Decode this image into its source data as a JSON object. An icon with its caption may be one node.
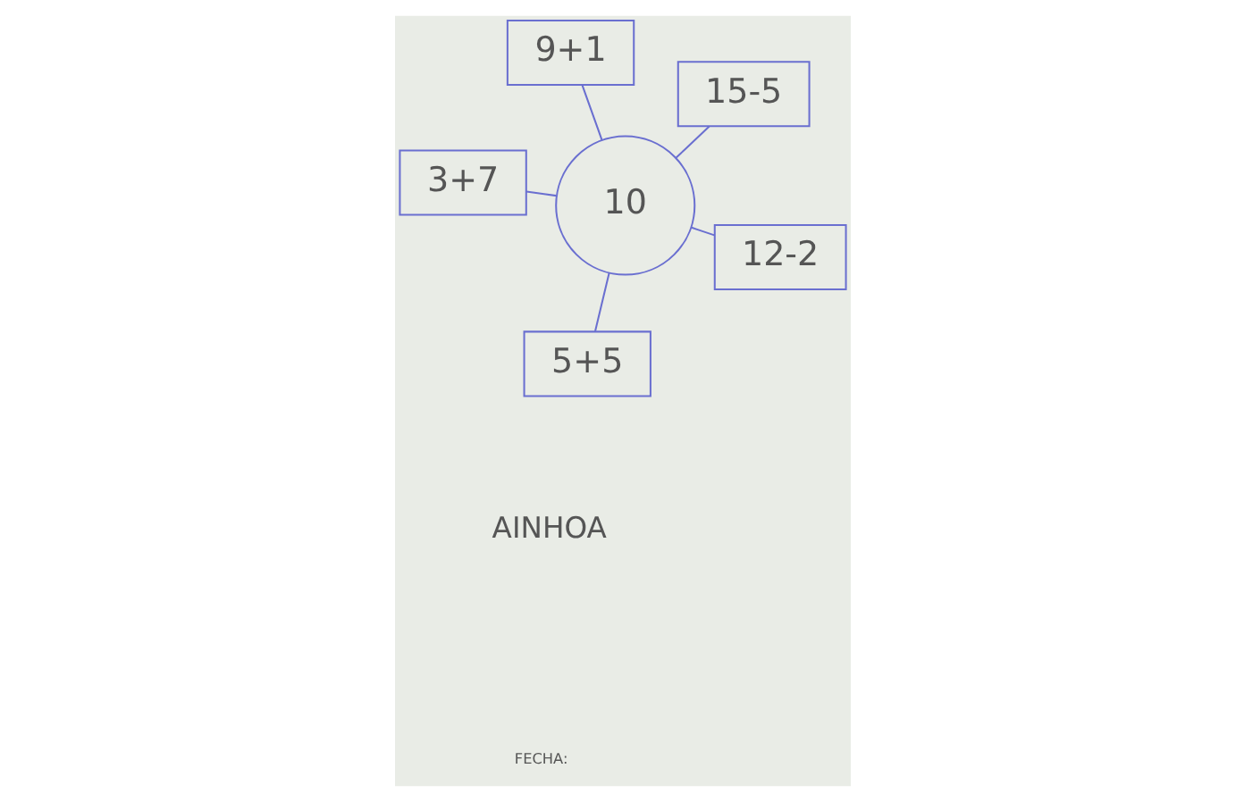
{
  "diagram": {
    "nodes": [
      {
        "text": [
          "5+5"
        ]
      },
      {
        "text": [
          "12-2"
        ]
      },
      {
        "text": [
          "10"
        ]
      },
      {
        "text": [
          "9+1"
        ]
      },
      {
        "text": [
          "15-5"
        ]
      },
      {
        "text": [
          "3+7"
        ]
      }
    ],
    "edges": [
      {
        "from": 2,
        "to": 0,
        "arrow": "none"
      },
      {
        "from": 2,
        "to": 1,
        "arrow": "none"
      },
      {
        "from": 2,
        "to": 3,
        "arrow": "none"
      },
      {
        "from": 2,
        "to": 4,
        "arrow": "none"
      },
      {
        "from": 2,
        "to": 5,
        "arrow": "none"
      }
    ],
    "labels": [
      "AINHOA",
      "FECHA:"
    ]
  }
}
